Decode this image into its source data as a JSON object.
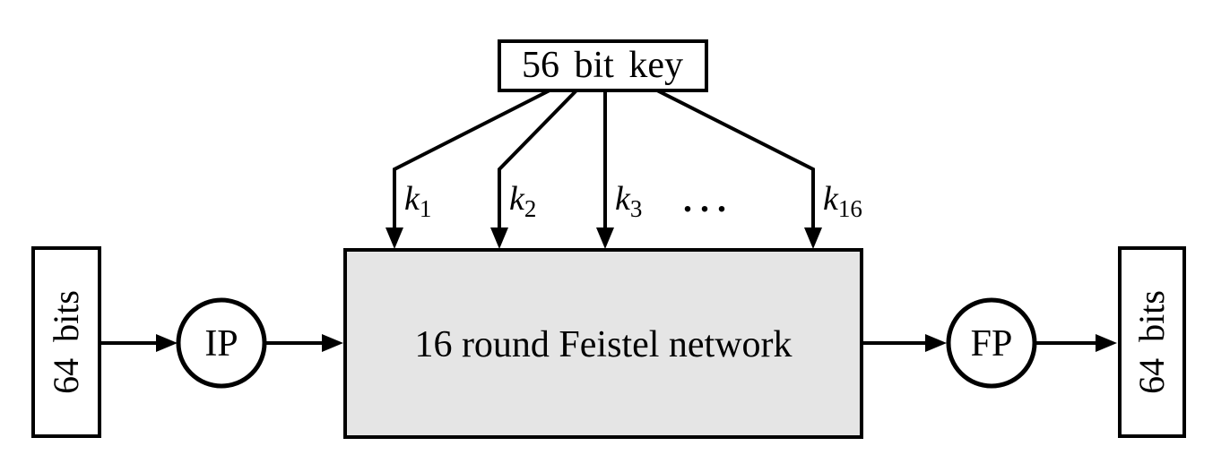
{
  "diagram": {
    "colors": {
      "background": "#ffffff",
      "stroke": "#000000",
      "feistel_fill": "#e5e5e5"
    },
    "key_box": {
      "label": "56 bit key"
    },
    "key_arrows": [
      {
        "base": "k",
        "sub": "1"
      },
      {
        "base": "k",
        "sub": "2"
      },
      {
        "base": "k",
        "sub": "3"
      },
      {
        "base": "k",
        "sub": "16"
      }
    ],
    "ellipsis": "...",
    "feistel_box": {
      "label": "16 round Feistel network"
    },
    "ip_node": {
      "label": "IP"
    },
    "fp_node": {
      "label": "FP"
    },
    "input_box": {
      "label": "64 bits"
    },
    "output_box": {
      "label": "64 bits"
    }
  }
}
